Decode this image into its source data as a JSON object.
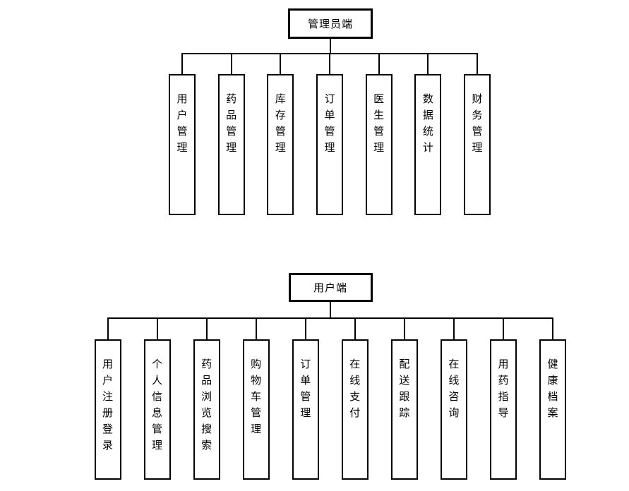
{
  "diagram": {
    "background_color": "#ffffff",
    "line_color": "#000000",
    "box_border_color": "#000000",
    "trees": [
      {
        "id": "admin",
        "root_label": "管理员端",
        "children": [
          "用户管理",
          "药品管理",
          "库存管理",
          "订单管理",
          "医生管理",
          "数据统计",
          "财务管理"
        ]
      },
      {
        "id": "user",
        "root_label": "用户端",
        "children": [
          "用户注册登录",
          "个人信息管理",
          "药品浏览搜索",
          "购物车管理",
          "订单管理",
          "在线支付",
          "配送跟踪",
          "在线咨询",
          "用药指导",
          "健康档案"
        ]
      }
    ]
  }
}
